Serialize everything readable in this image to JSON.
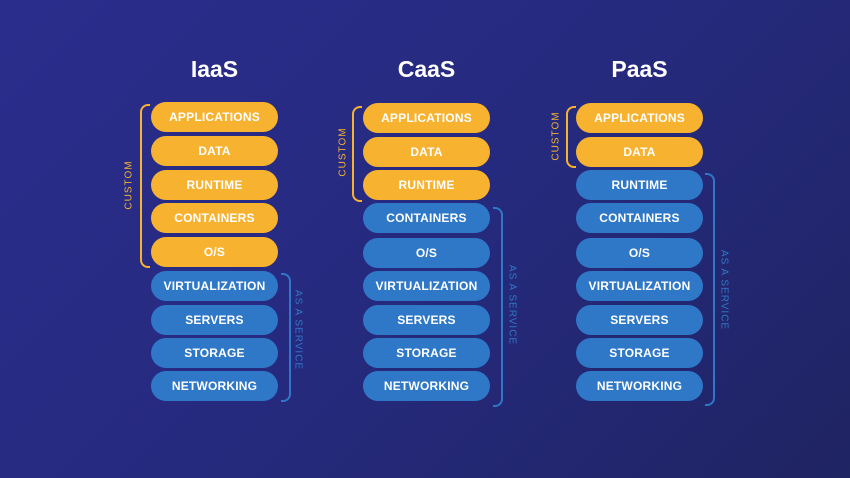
{
  "colors": {
    "background": "#272b80",
    "custom": "#f7b22f",
    "service": "#2f78c7",
    "text": "#ffffff"
  },
  "bracket_labels": {
    "custom": "CUSTOM",
    "service": "AS A SERVICE"
  },
  "columns": [
    {
      "title": "IaaS",
      "layers": [
        {
          "label": "APPLICATIONS",
          "type": "custom"
        },
        {
          "label": "DATA",
          "type": "custom"
        },
        {
          "label": "RUNTIME",
          "type": "custom"
        },
        {
          "label": "CONTAINERS",
          "type": "custom"
        },
        {
          "label": "O/S",
          "type": "custom"
        },
        {
          "label": "VIRTUALIZATION",
          "type": "service"
        },
        {
          "label": "SERVERS",
          "type": "service"
        },
        {
          "label": "STORAGE",
          "type": "service"
        },
        {
          "label": "NETWORKING",
          "type": "service"
        }
      ]
    },
    {
      "title": "CaaS",
      "layers": [
        {
          "label": "APPLICATIONS",
          "type": "custom"
        },
        {
          "label": "DATA",
          "type": "custom"
        },
        {
          "label": "RUNTIME",
          "type": "custom"
        },
        {
          "label": "CONTAINERS",
          "type": "service"
        },
        {
          "label": "O/S",
          "type": "service"
        },
        {
          "label": "VIRTUALIZATION",
          "type": "service"
        },
        {
          "label": "SERVERS",
          "type": "service"
        },
        {
          "label": "STORAGE",
          "type": "service"
        },
        {
          "label": "NETWORKING",
          "type": "service"
        }
      ]
    },
    {
      "title": "PaaS",
      "layers": [
        {
          "label": "APPLICATIONS",
          "type": "custom"
        },
        {
          "label": "DATA",
          "type": "custom"
        },
        {
          "label": "RUNTIME",
          "type": "service"
        },
        {
          "label": "CONTAINERS",
          "type": "service"
        },
        {
          "label": "O/S",
          "type": "service"
        },
        {
          "label": "VIRTUALIZATION",
          "type": "service"
        },
        {
          "label": "SERVERS",
          "type": "service"
        },
        {
          "label": "STORAGE",
          "type": "service"
        },
        {
          "label": "NETWORKING",
          "type": "service"
        }
      ]
    }
  ]
}
